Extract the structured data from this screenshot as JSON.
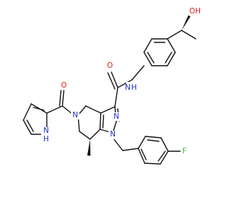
{
  "colors": {
    "carbon": "#111111",
    "oxygen": "#e0201c",
    "nitrogen": "#1f2fcc",
    "fluorine": "#39b54a",
    "background": "#ffffff"
  },
  "atoms": {
    "hydroxyl_oxygen": "OH",
    "carbonyl_oxygen_amide": "O",
    "carbonyl_oxygen_pyrrole": "O",
    "amide_nitrogen": "N",
    "amide_hydrogen": "H",
    "ring_nitrogen_tetrahydro": "N",
    "pyrazole_nitrogen_2": "N",
    "pyrazole_nitrogen_1": "N",
    "pyrrole_nitrogen": "N",
    "pyrrole_hydrogen": "H",
    "fluorine": "F"
  }
}
